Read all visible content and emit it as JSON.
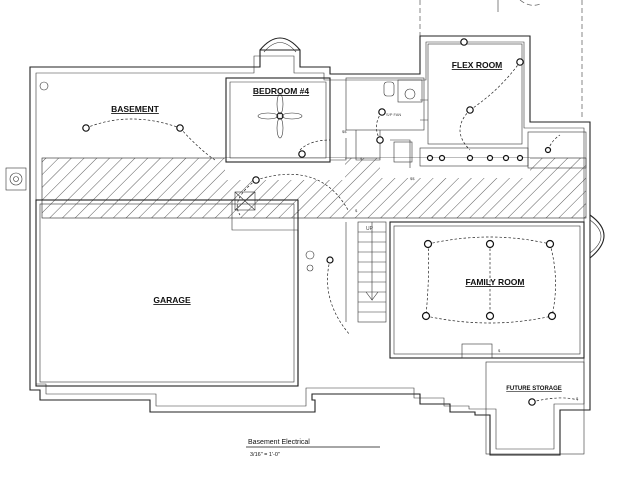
{
  "rooms": {
    "flex_room": "FLEX ROOM",
    "bedroom4": "BEDROOM #4",
    "basement": "BASEMENT",
    "garage": "GARAGE",
    "family_room": "FAMILY ROOM",
    "future_storage": "FUTURE STORAGE"
  },
  "notes": {
    "up": "UP",
    "sp_fan": "S/P FAN"
  },
  "caption": {
    "title": "Basement Electrical",
    "scale": "3/16\" = 1'-0\""
  }
}
